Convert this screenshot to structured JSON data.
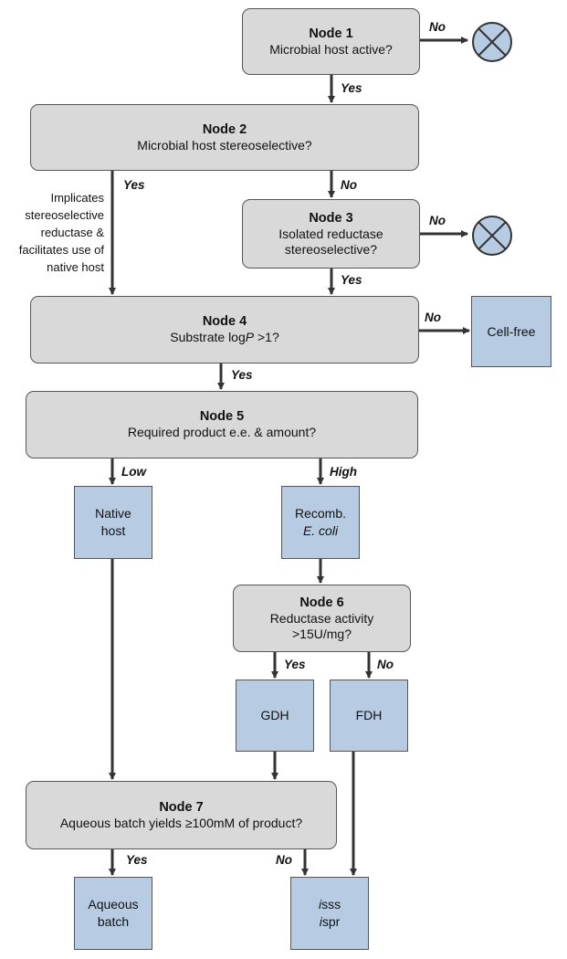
{
  "nodes": {
    "n1": {
      "title": "Node 1",
      "text": "Microbial host active?"
    },
    "n2": {
      "title": "Node 2",
      "text": "Microbial host stereoselective?"
    },
    "n3": {
      "title": "Node 3",
      "text1": "Isolated reductase",
      "text2": "stereoselective?"
    },
    "n4": {
      "title": "Node 4",
      "text_pre": "Substrate log",
      "text_ital": "P",
      "text_post": " >1?"
    },
    "n5": {
      "title": "Node 5",
      "text": "Required product e.e. & amount?"
    },
    "n6": {
      "title": "Node 6",
      "text1": "Reductase activity",
      "text2": ">15U/mg?"
    },
    "n7": {
      "title": "Node 7",
      "text": "Aqueous batch yields ≥100mM of product?"
    }
  },
  "outcomes": {
    "cell_free": "Cell-free",
    "native_host": {
      "line1": "Native",
      "line2": "host"
    },
    "recomb": {
      "line1": "Recomb.",
      "line2": "E. coli"
    },
    "gdh": "GDH",
    "fdh": "FDH",
    "aqueous_batch": {
      "line1": "Aqueous",
      "line2": "batch"
    },
    "isss_ispr": {
      "line1_ital": "i",
      "line1_rest": "sss",
      "line2_ital": "i",
      "line2_rest": "spr"
    }
  },
  "edge_labels": {
    "n1_no": "No",
    "n1_yes": "Yes",
    "n2_yes": "Yes",
    "n2_no": "No",
    "n3_no": "No",
    "n3_yes": "Yes",
    "n4_no": "No",
    "n4_yes": "Yes",
    "n5_low": "Low",
    "n5_high": "High",
    "n6_yes": "Yes",
    "n6_no": "No",
    "n7_yes": "Yes",
    "n7_no": "No"
  },
  "note": {
    "line1": "Implicates",
    "line2": "stereoselective",
    "line3": "reductase &",
    "line4": "facilitates use of",
    "line5": "native host"
  },
  "icons": [
    "terminate-icon",
    "terminate-icon"
  ],
  "colors": {
    "decision": "#d9d9d9",
    "outcome": "#b7cce3",
    "line": "#333333"
  }
}
